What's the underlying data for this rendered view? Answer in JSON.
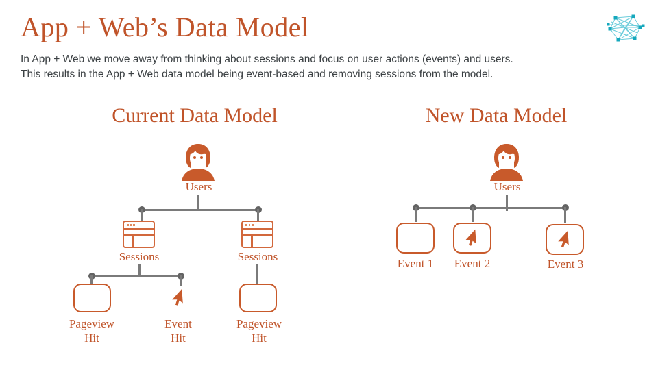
{
  "slide": {
    "title": "App + Web’s Data Model",
    "subtitle_lines": [
      "In App + Web we move away from thinking about sessions and focus on user actions (events) and users.",
      "This results in the App + Web data model being event-based and removing sessions from the model."
    ],
    "logo_name": "network-graph-logo"
  },
  "colors": {
    "orange": "#C0542A",
    "orange_icon": "#C85A2B",
    "browser_outline": "#D2683C",
    "connector": "#7a7a7a",
    "connector_dot": "#636363",
    "body_text": "#3b4043",
    "logo_teal": "#29b6c8"
  },
  "current_model": {
    "heading": "Current Data Model",
    "root": {
      "label": "Users",
      "icon": "user-avatar-icon"
    },
    "sessions": [
      {
        "label": "Sessions",
        "icon": "browser-window-icon"
      },
      {
        "label": "Sessions",
        "icon": "browser-window-icon"
      }
    ],
    "hits": [
      {
        "label_line1": "Pageview",
        "label_line2": "Hit",
        "icon": "rounded-box-icon"
      },
      {
        "label_line1": "Event",
        "label_line2": "Hit",
        "icon": "cursor-arrow-icon"
      },
      {
        "label_line1": "Pageview",
        "label_line2": "Hit",
        "icon": "rounded-box-icon"
      }
    ]
  },
  "new_model": {
    "heading": "New Data Model",
    "root": {
      "label": "Users",
      "icon": "user-avatar-icon"
    },
    "events": [
      {
        "label": "Event 1",
        "icon": "rounded-box-icon"
      },
      {
        "label": "Event 2",
        "icon": "cursor-arrow-icon"
      },
      {
        "label": "Event 3",
        "icon": "cursor-arrow-icon"
      }
    ]
  }
}
